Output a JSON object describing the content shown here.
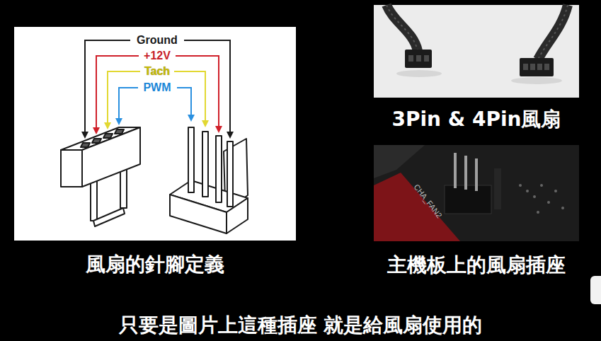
{
  "diagram": {
    "caption": "只要是圖片上這種插座 就是給風扇使用的",
    "nodes": [
      {
        "text": [
          "風扇的針腳定義"
        ]
      },
      {
        "text": [
          "3Pin & 4Pin風扇"
        ]
      },
      {
        "text": [
          "主機板上的風扇插座"
        ]
      }
    ],
    "labels": [
      "Ground",
      "+12V",
      "Tach",
      "PWM",
      "CHA_FAN2"
    ]
  }
}
